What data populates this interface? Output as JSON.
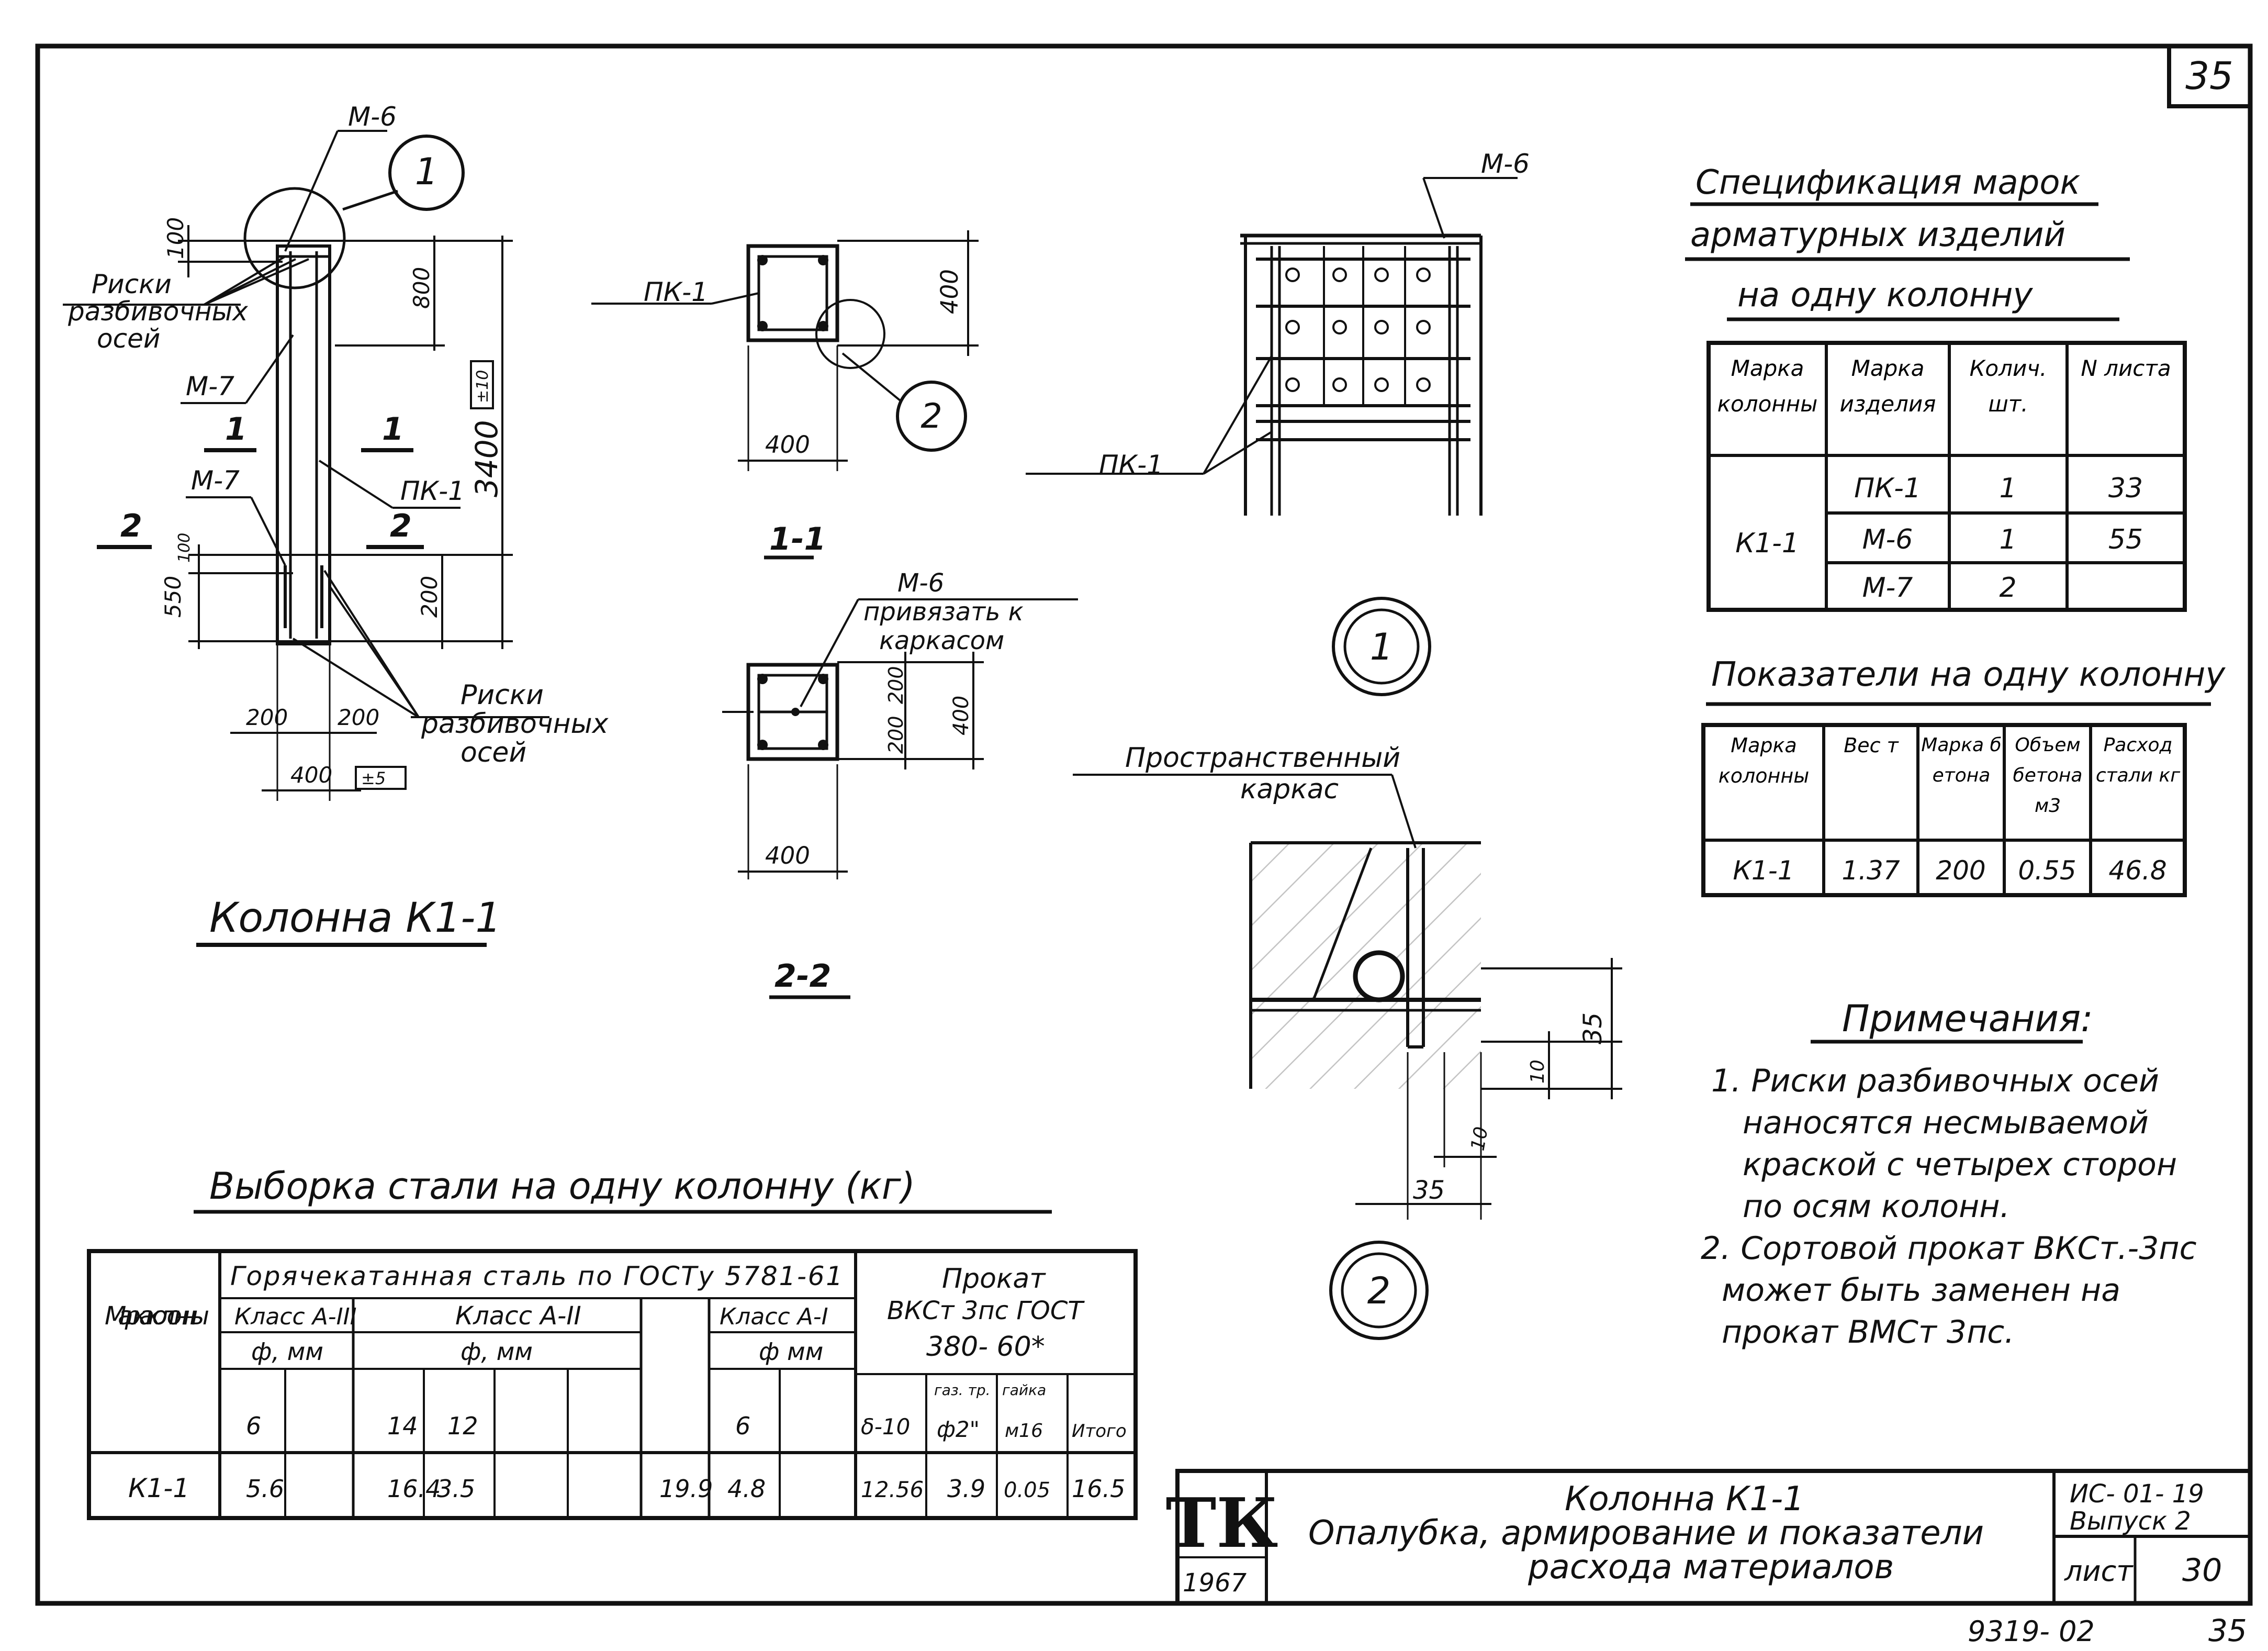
{
  "sheet_number": "35",
  "page_number_bottom": "35",
  "archive_number": "9319- 02",
  "labels": {
    "m6": "М-6",
    "m7": "М-7",
    "pk1": "ПК-1",
    "callout1": "1",
    "callout2": "2",
    "section_mark_1": "1",
    "section_mark_2": "2",
    "riski_1": "Риски",
    "riski_2": "разбивочных",
    "riski_3": "осей",
    "dim_100": "100",
    "dim_800": "800",
    "dim_3400": "3400",
    "dim_3400_tol": "±10",
    "dim_550": "550",
    "dim_200": "200",
    "dim_400": "400",
    "dim_400_tol": "±5",
    "dim_35": "35",
    "dim_10": "10",
    "column_title": "Колонна К1-1",
    "section_1_1": "1-1",
    "section_2_2": "2-2",
    "privyazat_1": "привязать к",
    "privyazat_2": "каркасом",
    "spatial_1": "Пространственный",
    "spatial_2": "каркас"
  },
  "spec": {
    "title_1": "Спецификация марок",
    "title_2": "арматурных изделий",
    "title_3": "на одну колонну",
    "headers": [
      "Марка колонны",
      "Марка изделия",
      "Колич. шт.",
      "N листа"
    ],
    "column_mark": "К1-1",
    "rows": [
      {
        "item": "ПК-1",
        "qty": "1",
        "sheet": "33"
      },
      {
        "item": "М-6",
        "qty": "1",
        "sheet": "55"
      },
      {
        "item": "М-7",
        "qty": "2",
        "sheet": ""
      }
    ]
  },
  "indicators": {
    "title": "Показатели на одну колонну",
    "headers": [
      "Марка колонны",
      "Вес т",
      "Марка бетона",
      "Объем бетона м3",
      "Расход стали кг"
    ],
    "row": [
      "К1-1",
      "1.37",
      "200",
      "0.55",
      "46.8"
    ]
  },
  "notes": {
    "title": "Примечания:",
    "lines": [
      "1. Риски разбивочных осей",
      "наносятся несмываемой",
      "краской с четырех сторон",
      "по осям колонн.",
      "2. Сортовой прокат ВКСт.-3пс",
      "может быть заменен на",
      "прокат ВМСт 3пс."
    ]
  },
  "steel": {
    "title": "Выборка стали на одну колонну (кг)",
    "col_mark": "Марка колонны",
    "hot_rolled": "Горячекатанная сталь по ГОСТу 5781-61",
    "class_a3": "Класс А-III",
    "class_a2": "Класс А-II",
    "class_a1": "Класс А-I",
    "phi_mm_1": "ф, мм",
    "phi_mm_2": "ф, мм",
    "phi_mm_3": "ф мм",
    "rolled_1": "Прокат",
    "rolled_2": "ВКСт 3пс ГОСТ",
    "rolled_3": "380- 60*",
    "dia_a3": "6",
    "dia_a2_1": "14",
    "dia_a2_2": "12",
    "dia_a1": "6",
    "r_delta": "δ-10",
    "r_pipe_1": "газ. тр.",
    "r_pipe_2": "ф2\"",
    "r_nut_1": "гайка",
    "r_nut_2": "м16",
    "r_total": "Итого",
    "row_mark": "К1-1",
    "values": {
      "a3_6": "5.6",
      "a2_14": "16.4",
      "a2_12": "3.5",
      "a2_total": "19.9",
      "a1_6": "4.8",
      "delta": "12.56",
      "pipe": "3.9",
      "nut": "0.05",
      "total": "16.5"
    }
  },
  "title_block": {
    "logo": "ТК",
    "year": "1967",
    "line1": "Колонна К1-1",
    "line2": "Опалубка, армирование и показатели",
    "line3": "расхода материалов",
    "series": "ИС- 01- 19",
    "issue": "Выпуск 2",
    "sheet_label": "лист",
    "sheet_value": "30"
  }
}
